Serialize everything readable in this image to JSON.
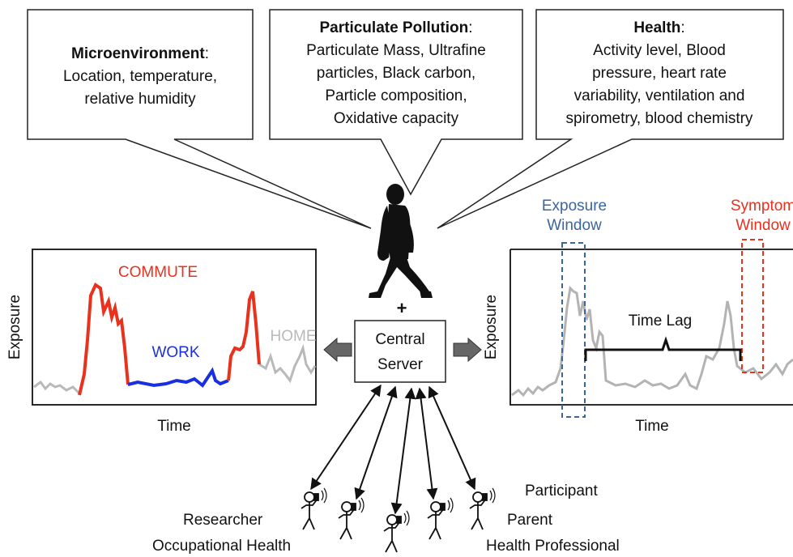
{
  "callouts": {
    "microenvironment": {
      "title": "Microenvironment",
      "colon": ":",
      "lines": [
        "Location, temperature,",
        "relative humidity"
      ]
    },
    "particulate": {
      "title": "Particulate Pollution",
      "colon": ":",
      "lines": [
        "Particulate Mass, Ultrafine",
        "particles, Black carbon,",
        "Particle composition,",
        "Oxidative capacity"
      ]
    },
    "health": {
      "title": "Health",
      "colon": ":",
      "lines": [
        "Activity level, Blood",
        "pressure, heart rate",
        "variability, ventilation and",
        "spirometry, blood chemistry"
      ]
    }
  },
  "plus_sign": "+",
  "server": {
    "lines": [
      "Central",
      "Server"
    ]
  },
  "left_plot": {
    "ylabel": "Exposure",
    "xlabel": "Time",
    "segments": {
      "commute": "COMMUTE",
      "work": "WORK",
      "home": "HOME"
    }
  },
  "right_plot": {
    "ylabel": "Exposure",
    "xlabel": "Time",
    "exposure_window": [
      "Exposure",
      "Window"
    ],
    "symptom_window": [
      "Symptom",
      "Window"
    ],
    "time_lag": "Time Lag"
  },
  "users": {
    "researcher": "Researcher",
    "occupational_health": "Occupational Health",
    "participant": "Participant",
    "parent": "Parent",
    "health_professional": "Health Professional"
  },
  "colors": {
    "commute": "#e8321e",
    "work": "#1a2fe0",
    "home": "#b9b9b9",
    "exposure_window": "#3a66a0",
    "symptom_window": "#e8321e",
    "signal_gray": "#b3b3b3",
    "text": "#111111"
  }
}
